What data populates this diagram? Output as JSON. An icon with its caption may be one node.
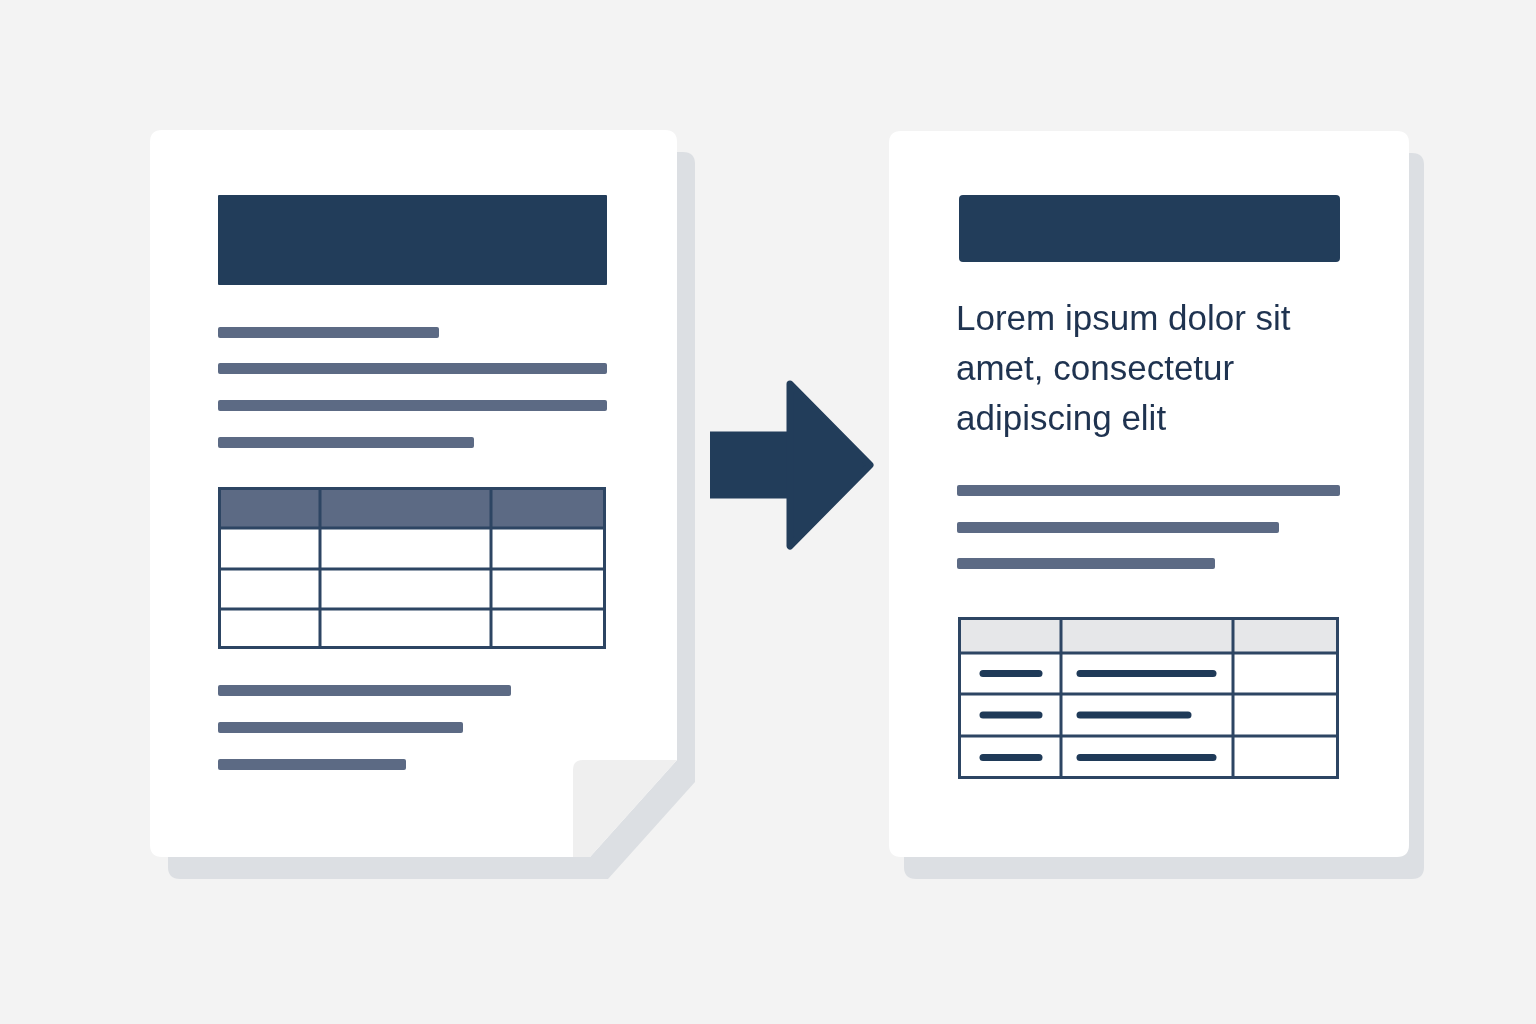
{
  "diagram": {
    "nodes": [
      {
        "text": [],
        "shape": "document"
      },
      {
        "text": [
          "Lorem ipsum dolor sit amet, consectetur adipiscing elit"
        ]
      }
    ],
    "edges": [
      {
        "from": 0,
        "to": 1,
        "arrow": "to"
      }
    ]
  }
}
